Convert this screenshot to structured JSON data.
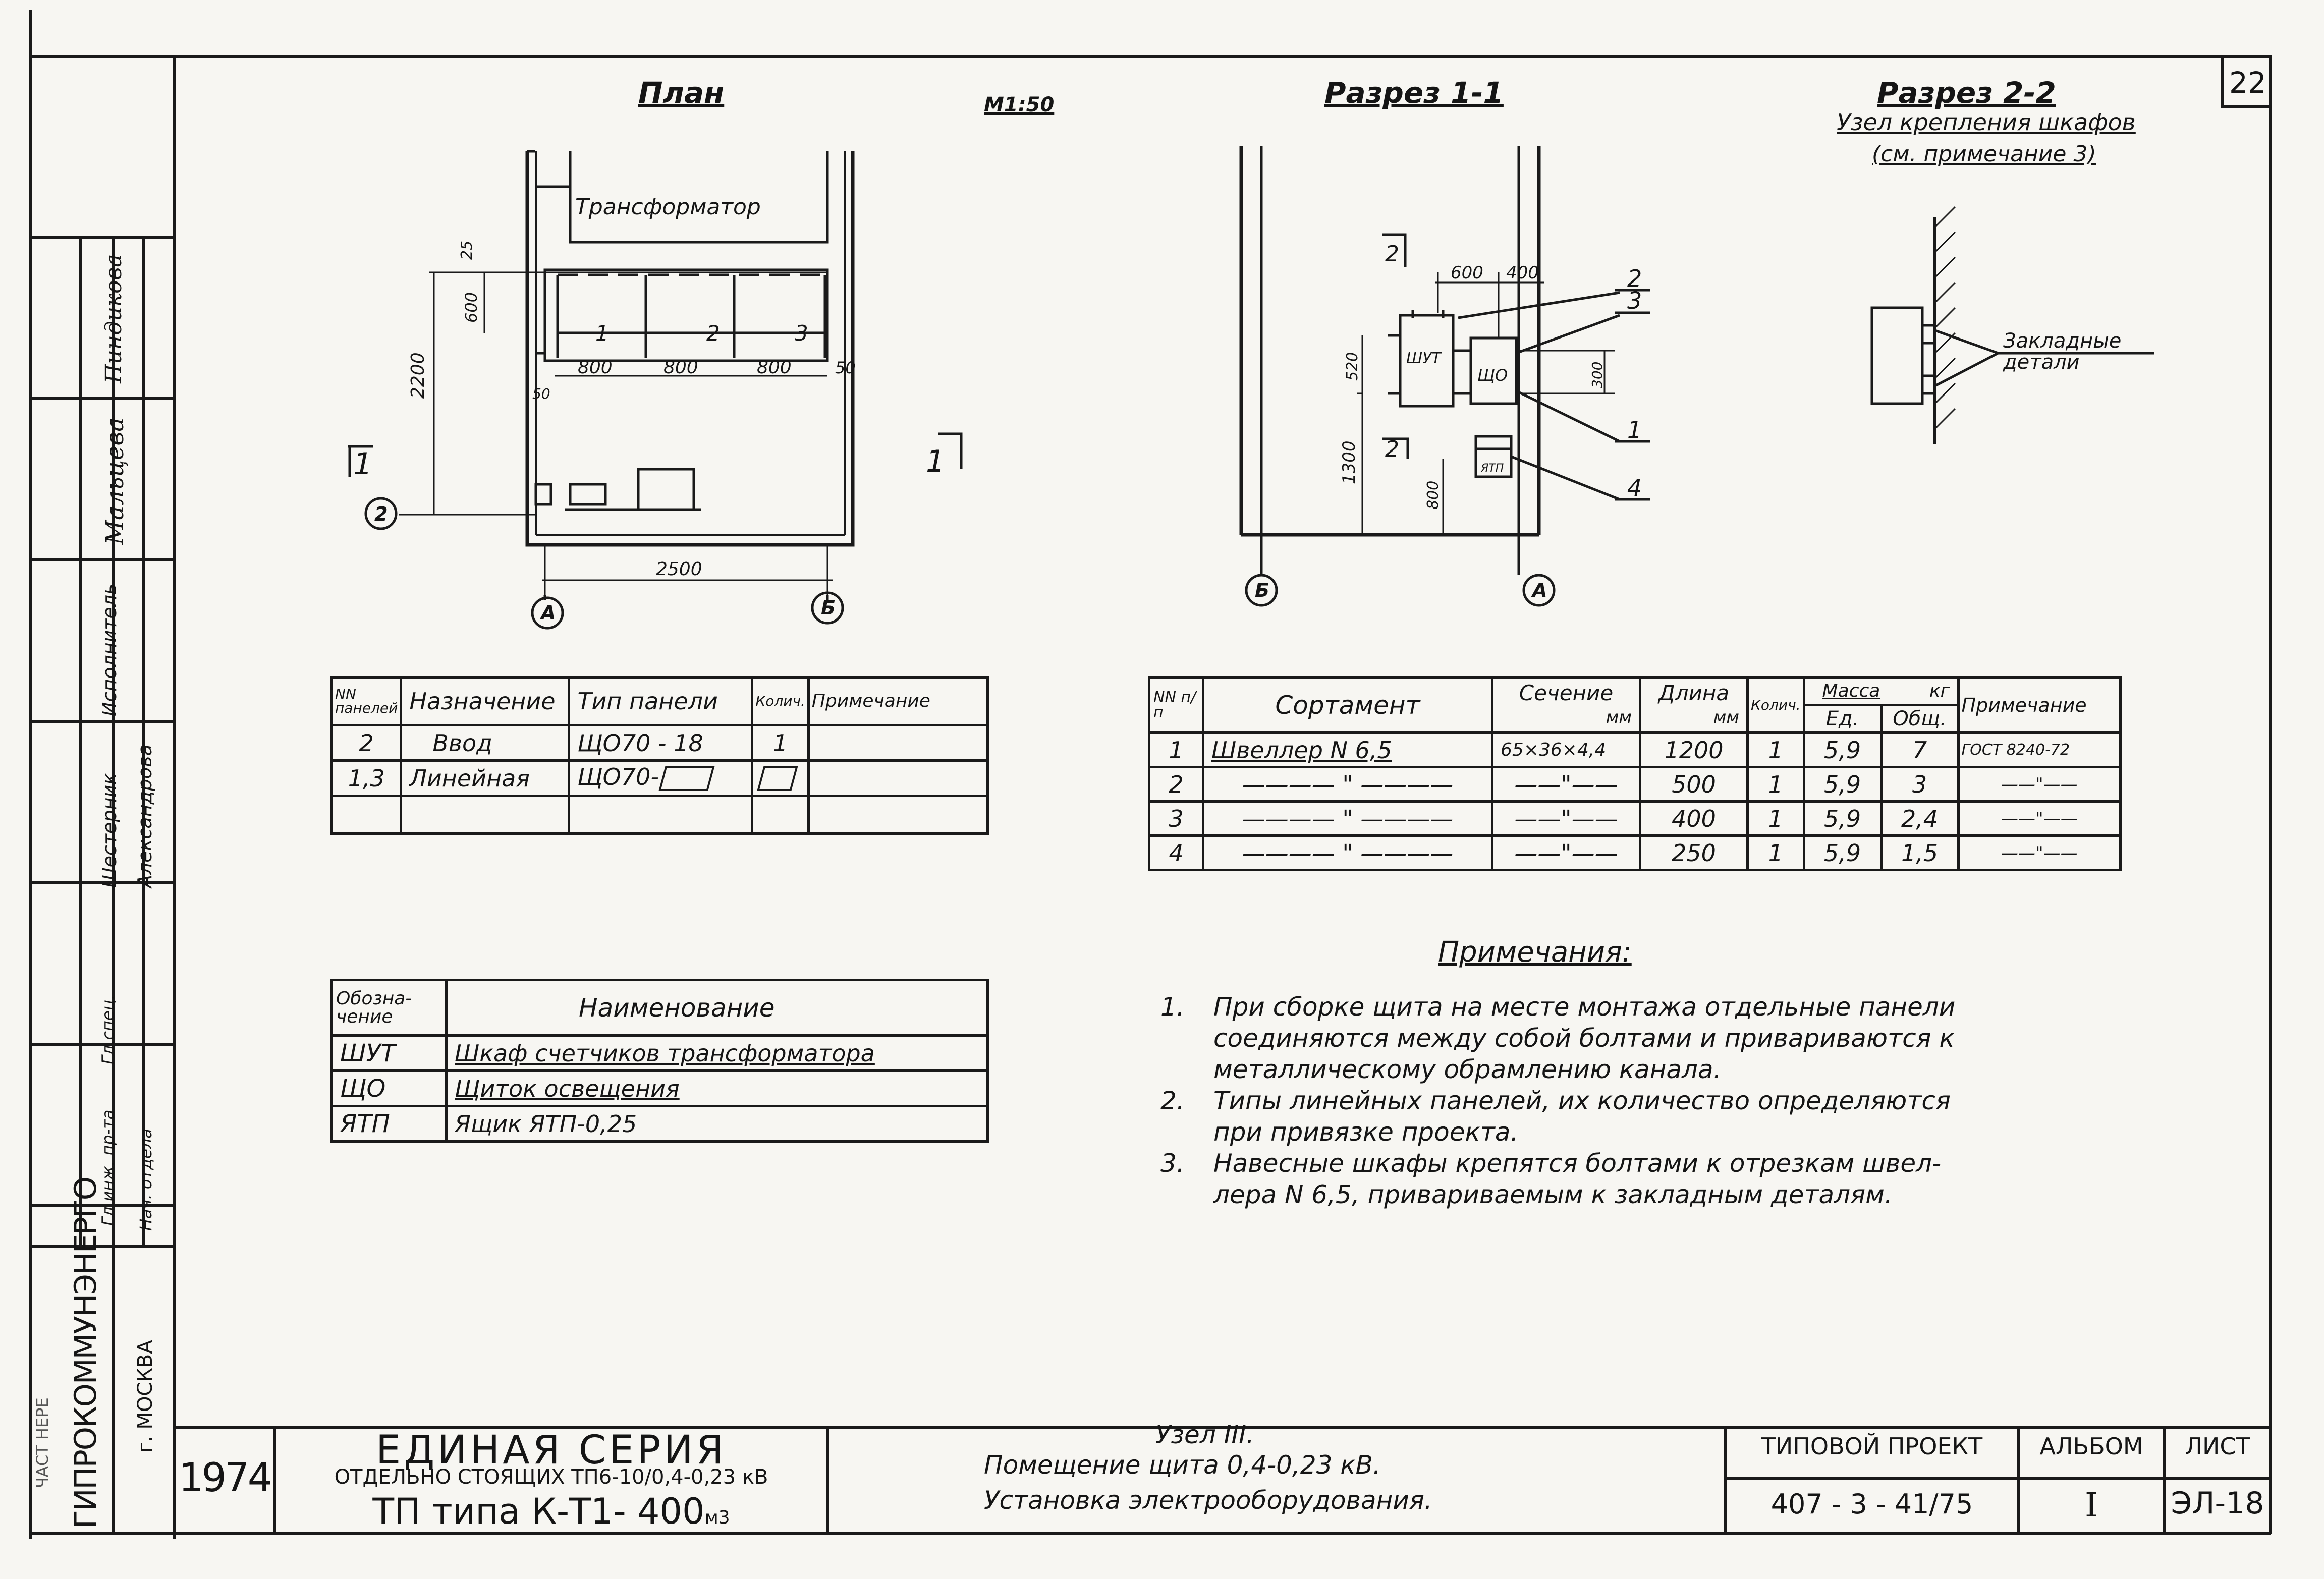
{
  "sheet_no": "22",
  "plan": {
    "title": "План",
    "scale": "М1:50",
    "transformer": "Трансформатор",
    "panels": [
      "1",
      "2",
      "3"
    ],
    "dims": {
      "d25": "25",
      "d600": "600",
      "d2200": "2200",
      "d800a": "800",
      "d800b": "800",
      "d800c": "800",
      "d50l": "50",
      "d50r": "50",
      "d2500": "2500"
    },
    "section_marks": [
      "1",
      "1"
    ],
    "axes": [
      "2",
      "А",
      "Б"
    ]
  },
  "section11": {
    "title": "Разрез 1-1",
    "dims": {
      "d600": "600",
      "d400": "400",
      "d520": "520",
      "d300": "300",
      "d1300": "1300",
      "d800": "800"
    },
    "devices": {
      "shut": "ШУТ",
      "shcho": "ЩО",
      "yatp": "ЯТП"
    },
    "callouts": [
      "2",
      "3",
      "1",
      "4"
    ],
    "section_marks": [
      "2",
      "2"
    ],
    "axes": [
      "Б",
      "А"
    ]
  },
  "section22": {
    "title": "Разрез 2-2",
    "subtitle": "Узел крепления шкафов",
    "note_ref": "(см. примечание 3)",
    "label": "Закладные детали"
  },
  "panel_table": {
    "headers": [
      "NN панелей",
      "Назначение",
      "Тип панели",
      "Колич.",
      "Примечание"
    ],
    "rows": [
      [
        "2",
        "Ввод",
        "ЩО70 - 18",
        "1",
        ""
      ],
      [
        "1,3",
        "Линейная",
        "ЩО70-",
        "",
        ""
      ]
    ]
  },
  "designation_table": {
    "headers": [
      "Обозна-чение",
      "Наименование"
    ],
    "rows": [
      [
        "ШУТ",
        "Шкаф счетчиков трансформатора"
      ],
      [
        "ЩО",
        "Щиток освещения"
      ],
      [
        "ЯТП",
        "Ящик ЯТП-0,25"
      ]
    ]
  },
  "assortment_table": {
    "headers": {
      "nn": "NN п/п",
      "name": "Сортамент",
      "section": "Сечение",
      "section_unit": "мм",
      "length": "Длина",
      "length_unit": "мм",
      "qty": "Колич.",
      "mass": "Масса",
      "mass_unit": "кг",
      "unit": "Ед.",
      "total": "Общ.",
      "note": "Примечание"
    },
    "rows": [
      [
        "1",
        "Швеллер N 6,5",
        "65×36×4,4",
        "1200",
        "1",
        "5,9",
        "7",
        "ГОСТ 8240-72"
      ],
      [
        "2",
        "———— \" ————",
        "——\"——",
        "500",
        "1",
        "5,9",
        "3",
        "——\"——"
      ],
      [
        "3",
        "———— \" ————",
        "——\"——",
        "400",
        "1",
        "5,9",
        "2,4",
        "——\"——"
      ],
      [
        "4",
        "———— \" ————",
        "——\"——",
        "250",
        "1",
        "5,9",
        "1,5",
        "——\"——"
      ]
    ]
  },
  "notes": {
    "title": "Примечания:",
    "items": [
      {
        "n": "1.",
        "lines": [
          "При сборке щита на месте монтажа отдельные панели",
          "соединяются между собой болтами и привариваются к",
          "металлическому обрамлению канала."
        ]
      },
      {
        "n": "2.",
        "lines": [
          "Типы линейных панелей, их количество определяются",
          "при привязке проекта."
        ]
      },
      {
        "n": "3.",
        "lines": [
          "Навесные шкафы крепятся болтами к отрезкам швел-",
          "лера N 6,5, привариваемым к закладным деталям."
        ]
      }
    ]
  },
  "sidebar": {
    "roles": [
      "Гл.инж. пр-та",
      "Нач. отдела",
      "Гл.спец.",
      "Шестерник",
      "Исполнитель",
      "",
      ""
    ],
    "names": [
      "",
      "",
      "",
      "Александрова",
      "",
      "Мальцева",
      "Пиндикова"
    ],
    "org": "ГИПРОКОММУНЭНЕРГО",
    "city": "г. МОСКВА",
    "org_small": "ЧАСТ НЕРЕ"
  },
  "stamp": {
    "year": "1974",
    "series_title": "ЕДИНАЯ СЕРИЯ",
    "series_sub": "ОТДЕЛЬНО СТОЯЩИХ ТП6-10/0,4-0,23 кВ",
    "series_type": "ТП типа К-Т1- 400",
    "series_unit": "м3",
    "node": "Узел III.",
    "desc1": "Помещение щита 0,4-0,23 кВ.",
    "desc2": "Установка электрооборудования.",
    "project_label": "ТИПОВОЙ ПРОЕКТ",
    "project_no": "407 - 3 - 41/75",
    "album_label": "АЛЬБОМ",
    "album_no": "I",
    "sheet_label": "ЛИСТ",
    "sheet_code": "ЭЛ-18"
  }
}
